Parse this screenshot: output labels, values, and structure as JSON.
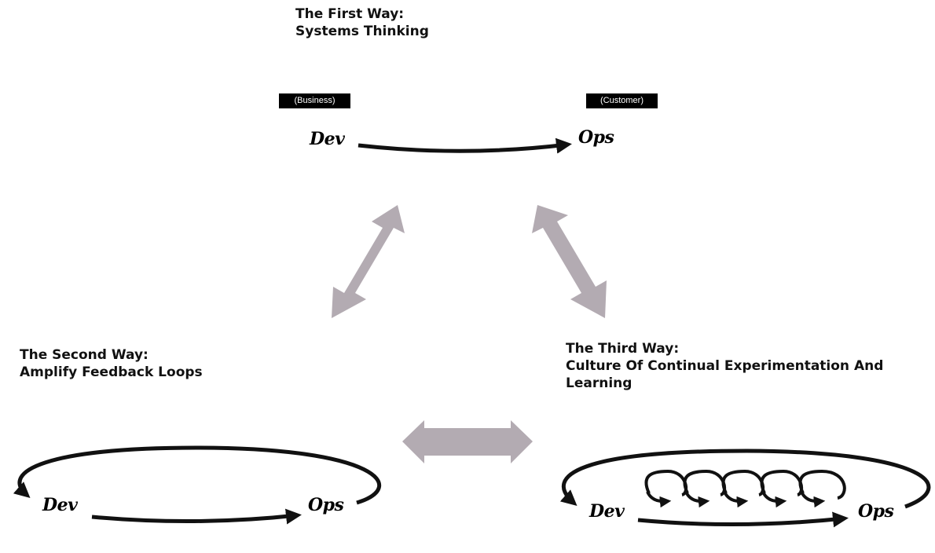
{
  "colors": {
    "connector": "#b3abb2",
    "stroke": "#111111",
    "tag_bg": "#000000",
    "tag_text": "#ffffff"
  },
  "first_way": {
    "title_line1": "The First Way:",
    "title_line2": "Systems Thinking",
    "dev_tag": "(Business)",
    "ops_tag": "(Customer)",
    "dev_label": "Dev",
    "ops_label": "Ops"
  },
  "second_way": {
    "title_line1": "The Second Way:",
    "title_line2": "Amplify Feedback Loops",
    "dev_label": "Dev",
    "ops_label": "Ops"
  },
  "third_way": {
    "title_line1": "The Third Way:",
    "title_line2": "Culture Of Continual Experimentation And",
    "title_line3": "Learning",
    "dev_label": "Dev",
    "ops_label": "Ops",
    "small_loop_count": 5
  },
  "connectors": [
    {
      "from": "first_way",
      "to": "second_way",
      "type": "double-arrow"
    },
    {
      "from": "first_way",
      "to": "third_way",
      "type": "double-arrow"
    },
    {
      "from": "second_way",
      "to": "third_way",
      "type": "double-arrow"
    }
  ]
}
